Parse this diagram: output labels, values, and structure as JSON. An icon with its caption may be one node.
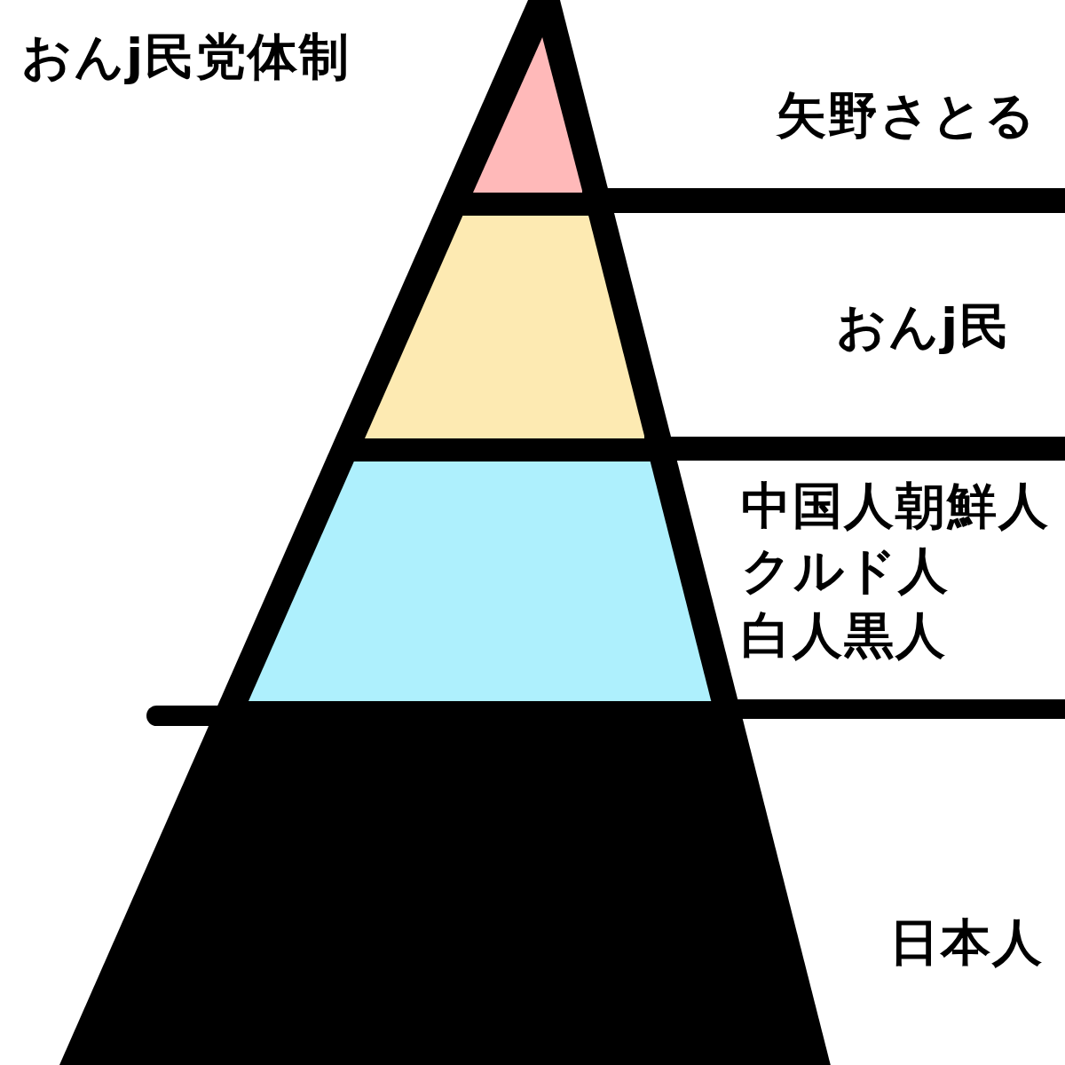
{
  "diagram": {
    "title": "おんj民党体制",
    "nodes": [
      {
        "text": [],
        "shape": "triangle",
        "beside": [
          "矢野さとる"
        ]
      },
      {
        "text": [],
        "shape": "trapezoid",
        "beside": [
          "おんj民"
        ]
      },
      {
        "text": [],
        "shape": "trapezoid",
        "beside": [
          "中国人朝鮮人",
          "クルド人",
          "白人黒人"
        ]
      },
      {
        "text": [],
        "shape": "trapezoid",
        "beside": [
          "日本人"
        ]
      }
    ]
  }
}
